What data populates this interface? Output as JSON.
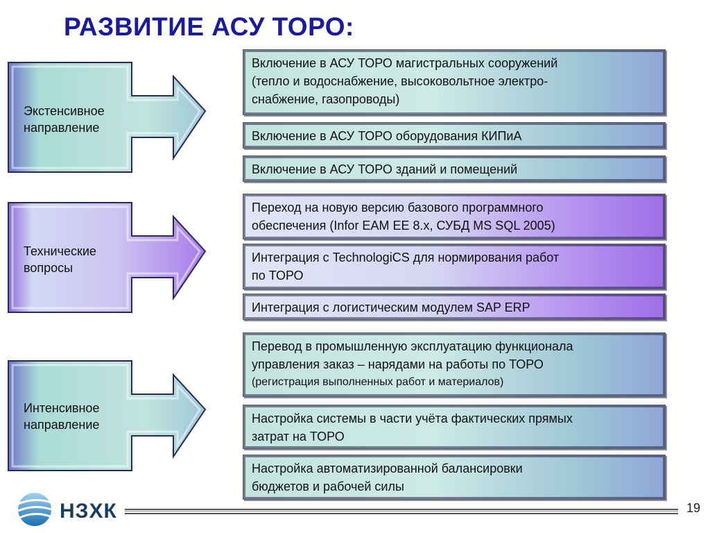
{
  "title": "РАЗВИТИЕ АСУ ТОРО:",
  "groups": [
    {
      "label_lines": [
        "Экстенсивное",
        "направление"
      ],
      "items": [
        {
          "lines": [
            "Включение в АСУ ТОРО магистральных сооружений",
            "(тепло и водоснабжение, высоковольтное электро-",
            "снабжение, газопроводы)"
          ]
        },
        {
          "lines": [
            "Включение в АСУ ТОРО оборудования КИПиА"
          ]
        },
        {
          "lines": [
            "Включение в АСУ ТОРО зданий и помещений"
          ]
        }
      ]
    },
    {
      "label_lines": [
        "Технические",
        "вопросы"
      ],
      "items": [
        {
          "lines": [
            "Переход на новую версию базового программного",
            "обеспечения (Infor EAM EE 8.x, СУБД MS SQL 2005)"
          ]
        },
        {
          "lines": [
            "Интеграция с TechnologiCS для нормирования работ",
            "по ТОРО"
          ]
        },
        {
          "lines": [
            "Интеграция с логистическим модулем SAP ERP"
          ]
        }
      ]
    },
    {
      "label_lines": [
        "Интенсивное",
        "направление"
      ],
      "items": [
        {
          "lines": [
            "Перевод в промышленную эксплуатацию функционала",
            "управления заказ – нарядами на работы по ТОРО",
            "(регистрация выполненных работ и материалов)"
          ]
        },
        {
          "lines": [
            "Настройка системы в части учёта фактических прямых",
            "затрат на ТОРО"
          ]
        },
        {
          "lines": [
            "Настройка автоматизированной балансировки",
            "бюджетов и рабочей силы"
          ]
        }
      ]
    }
  ],
  "footer": {
    "logo_text": "НЗХК",
    "page_number": "19"
  },
  "colors": {
    "title": "#1a1a9c",
    "teal": "#c3e4df",
    "purple": "#9e6ee8",
    "arrow_teal": "#b9ddd9",
    "arrow_purple": "#a77bea"
  }
}
